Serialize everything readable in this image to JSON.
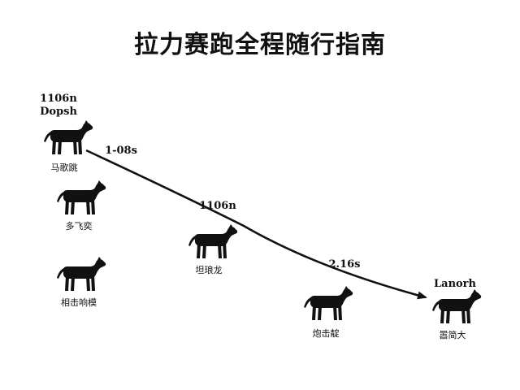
{
  "title": "拉力赛跑全程随行指南",
  "colors": {
    "ink": "#111111",
    "background": "#ffffff"
  },
  "icons": {
    "dog": "dog-icon",
    "route": "route-arrow"
  },
  "start_info": {
    "line1": "1106n",
    "line2": "Dopsh"
  },
  "finish_info": {
    "label": "Lanorh"
  },
  "segments": [
    {
      "label": "1-08s"
    },
    {
      "label": "1106n"
    },
    {
      "label": "2.16s"
    }
  ],
  "dogs": [
    {
      "caption": "马歌跳"
    },
    {
      "caption": "多飞奕"
    },
    {
      "caption": "相击响模"
    },
    {
      "caption": "坦琅龙"
    },
    {
      "caption": "炮击靛"
    },
    {
      "caption": "嚣简大"
    }
  ]
}
